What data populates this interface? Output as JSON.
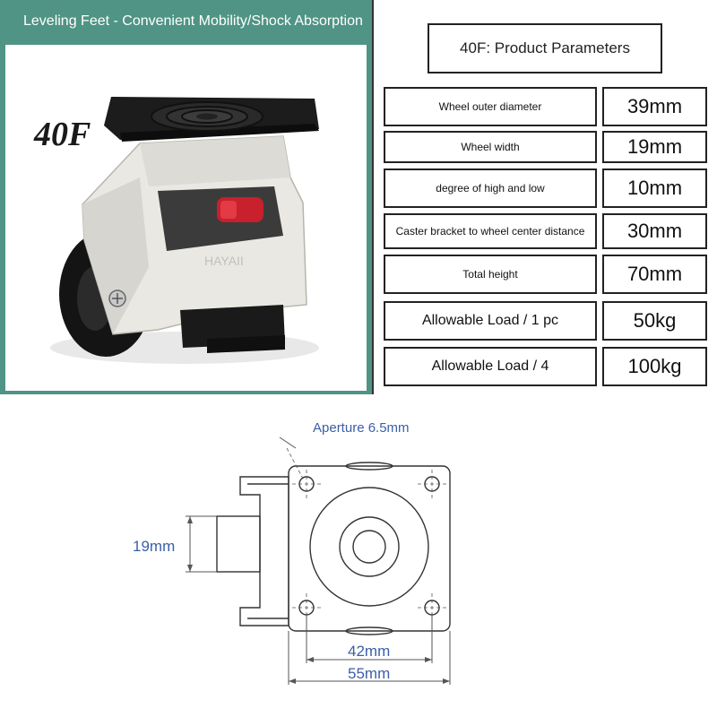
{
  "banner": {
    "text": "Leveling Feet - Convenient Mobility/Shock Absorption"
  },
  "photo": {
    "model_label": "40F"
  },
  "params": {
    "title": "40F: Product Parameters",
    "rows": [
      {
        "label": "Wheel outer diameter",
        "value": "39mm"
      },
      {
        "label": "Wheel width",
        "value": "19mm"
      },
      {
        "label": "degree of high and low",
        "value": "10mm"
      },
      {
        "label": "Caster bracket to wheel center distance",
        "value": "30mm"
      },
      {
        "label": "Total height",
        "value": "70mm"
      },
      {
        "label": "Allowable Load / 1 pc",
        "value": "50kg"
      },
      {
        "label": "Allowable Load / 4",
        "value": "100kg"
      }
    ]
  },
  "drawing": {
    "aperture": "Aperture 6.5mm",
    "width_dim": "19mm",
    "hole_spacing": "42mm",
    "plate_width": "55mm"
  },
  "colors": {
    "accent": "#4f9484",
    "dimension_text": "#3a5fa8",
    "bracket": "#e9e8e3",
    "wheel": "#141414",
    "brake_red": "#c8202c"
  }
}
